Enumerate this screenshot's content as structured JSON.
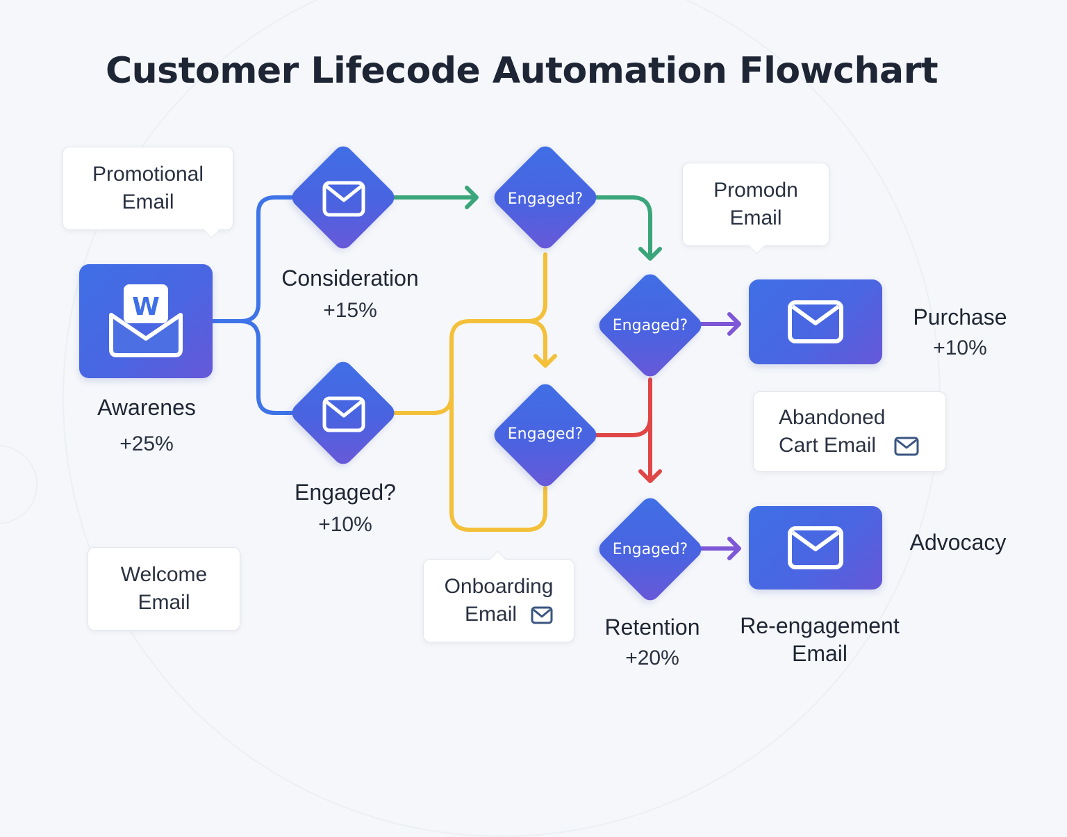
{
  "title": "Customer Lifecode Automation Flowchart",
  "colors": {
    "node_blue": "#3f6fe6",
    "node_purple": "#6a58d8",
    "line_blue": "#3f74e8",
    "line_green": "#3aa57a",
    "line_yellow": "#f4c03a",
    "line_red": "#e04646",
    "line_purple": "#7d57d6"
  },
  "stages": {
    "awareness": {
      "label": "Awarenes",
      "pct": "+25%",
      "badge": "W"
    },
    "consideration": {
      "label": "Consideration",
      "pct": "+15%"
    },
    "engaged": {
      "label": "Engaged?",
      "pct": "+10%"
    },
    "purchase": {
      "label": "Purchase",
      "pct": "+10%"
    },
    "retention": {
      "label": "Retention",
      "pct": "+20%"
    },
    "advocacy": {
      "label": "Advocacy"
    }
  },
  "decisions": {
    "d1": "Engaged?",
    "d2": "Engaged?",
    "d3": "Engaged?",
    "d4": "Engaged?"
  },
  "emails": {
    "promotional": [
      "Promotional",
      "Email"
    ],
    "promo_right": [
      "Promodn",
      "Email"
    ],
    "welcome": [
      "Welcome",
      "Email"
    ],
    "onboarding": [
      "Onboarding",
      "Email"
    ],
    "abandoned_cart": [
      "Abandoned",
      "Cart Email"
    ],
    "reengagement": [
      "Re-engagement",
      "Email"
    ]
  },
  "icons": [
    "mail-icon",
    "w-mail-icon"
  ]
}
